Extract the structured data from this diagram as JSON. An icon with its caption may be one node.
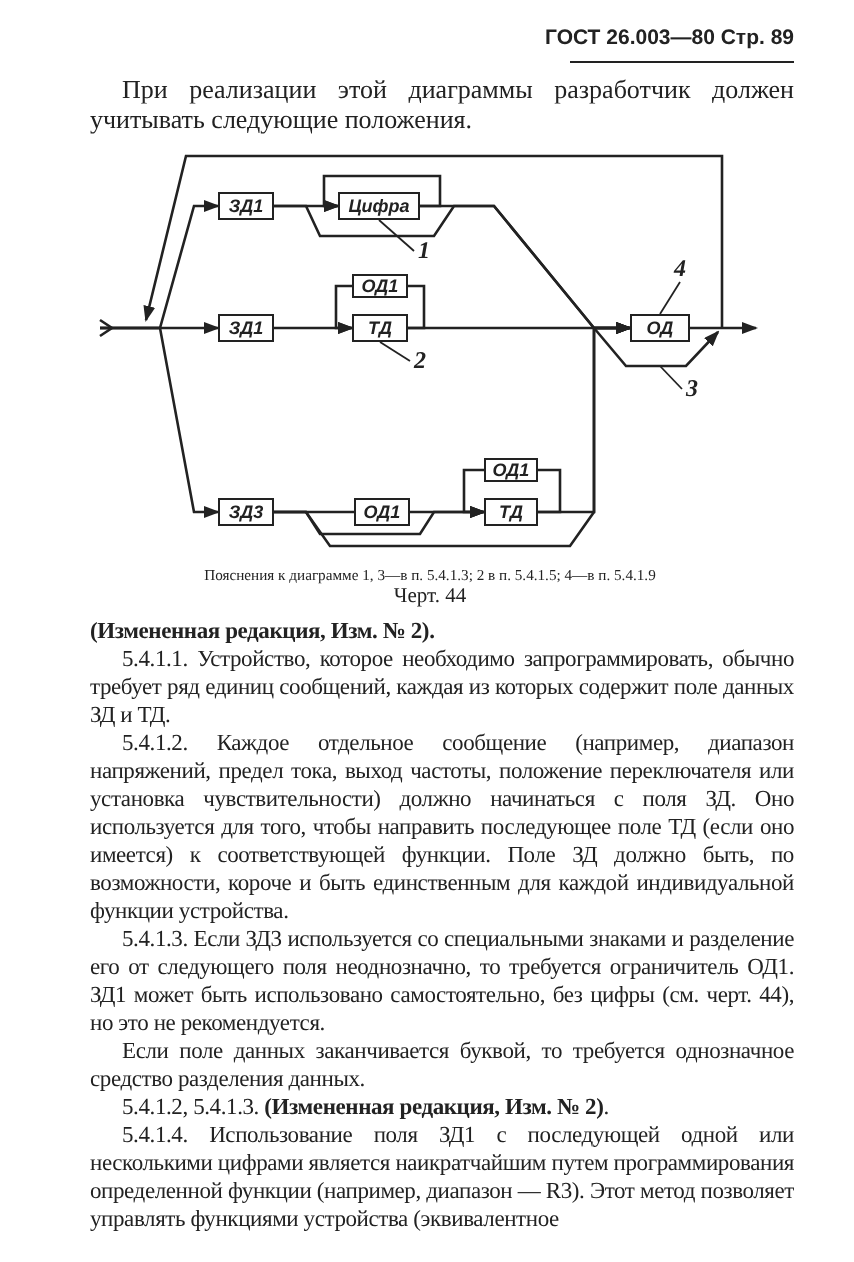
{
  "diagram": {
    "caption": "Черт. 44",
    "nodes": [
      {
        "text": [
          "ЗД1"
        ]
      },
      {
        "text": [
          "Цифра"
        ]
      },
      {
        "text": [
          "ОД1"
        ]
      },
      {
        "text": [
          "ЗД1"
        ]
      },
      {
        "text": [
          "ТД"
        ]
      },
      {
        "text": [
          "ОД"
        ]
      },
      {
        "text": [
          "ЗД3"
        ]
      },
      {
        "text": [
          "ОД1"
        ]
      },
      {
        "text": [
          "ОД1"
        ]
      },
      {
        "text": [
          "ТД"
        ]
      },
      {
        "text": [
          "1"
        ]
      },
      {
        "text": [
          "2"
        ]
      },
      {
        "text": [
          "3"
        ]
      },
      {
        "text": [
          "4"
        ]
      }
    ],
    "edges": [
      {
        "from": null,
        "to": 0,
        "arrow": "to"
      },
      {
        "from": null,
        "to": 3,
        "arrow": "to"
      },
      {
        "from": null,
        "to": 6,
        "arrow": "to"
      },
      {
        "from": 0,
        "to": 1,
        "arrow": "to"
      },
      {
        "from": 1,
        "to": 1,
        "arrow": "to"
      },
      {
        "from": 0,
        "to": 5,
        "arrow": "to"
      },
      {
        "from": 1,
        "to": 5,
        "arrow": "to"
      },
      {
        "from": 3,
        "to": 4,
        "arrow": "to"
      },
      {
        "from": 4,
        "to": 2,
        "arrow": "none"
      },
      {
        "from": 2,
        "to": 4,
        "arrow": "to"
      },
      {
        "from": 4,
        "to": 5,
        "arrow": "to"
      },
      {
        "from": 6,
        "to": 7,
        "arrow": "none"
      },
      {
        "from": 6,
        "to": 9,
        "arrow": "to"
      },
      {
        "from": 7,
        "to": 9,
        "arrow": "to"
      },
      {
        "from": 9,
        "to": 8,
        "arrow": "none"
      },
      {
        "from": 8,
        "to": 9,
        "arrow": "to"
      },
      {
        "from": 9,
        "to": 5,
        "arrow": "to"
      },
      {
        "from": 6,
        "to": 5,
        "arrow": "to"
      },
      {
        "from": 5,
        "to": null,
        "arrow": "to"
      },
      {
        "from": 10,
        "to": 1,
        "arrow": "none"
      },
      {
        "from": 11,
        "to": 4,
        "arrow": "none"
      },
      {
        "from": 12,
        "to": null,
        "arrow": "none"
      },
      {
        "from": 13,
        "to": 5,
        "arrow": "none"
      }
    ],
    "labels": [
      "ГОСТ 26.003—80 Стр. 89",
      "При реализации этой диаграммы разработчик должен учитывать следующие положения.",
      "Пояснения к диаграмме 1, 3—в п. 5.4.1.3; 2 в п. 5.4.1.5; 4—в п. 5.4.1.9",
      "(Измененная редакция, Изм. № 2).",
      "5.4.1.1. Устройство, которое необходимо запрограммировать, обычно требует ряд единиц сообщений, каждая из которых содержит поле данных ЗД и ТД.",
      "5.4.1.2. Каждое отдельное сообщение (например, диапазон напряжений, предел тока, выход частоты, положение переключателя или установка чувствительности) должно начинаться с поля ЗД. Оно используется для того, чтобы направить последующее поле ТД (если оно имеется) к соответствующей функции. Поле ЗД должно быть, по возможности, короче и быть единственным для каждой индивидуальной функции устройства.",
      "5.4.1.3. Если ЗД3 используется со специальными знаками и разделение его от следующего поля неоднозначно, то требуется ограничитель ОД1. ЗД1 может быть использовано самостоятельно, без цифры (см. черт. 44), но это не рекомендуется.",
      "Если поле данных заканчивается буквой, то требуется однозначное средство разделения данных.",
      "5.4.1.2, 5.4.1.3. **(Измененная редакция, Изм. № 2)**.",
      "5.4.1.4. Использование поля ЗД1 с последующей одной или несколькими цифрами является наикратчайшим путем программирования определенной функции (например, диапазон — R3). Этот метод позволяет управлять функциями устройства (эквивалентное"
    ]
  }
}
